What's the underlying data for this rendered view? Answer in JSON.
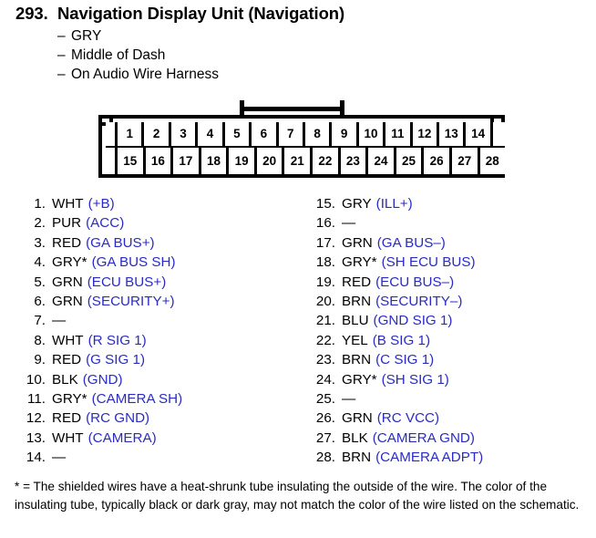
{
  "header": {
    "number": "293.",
    "title": "Navigation Display Unit (Navigation)",
    "bullets": [
      "GRY",
      "Middle of Dash",
      "On Audio Wire Harness"
    ],
    "dash": "–"
  },
  "connector": {
    "top_row": [
      "1",
      "2",
      "3",
      "4",
      "5",
      "6",
      "7",
      "8",
      "9",
      "10",
      "11",
      "12",
      "13",
      "14"
    ],
    "bottom_row": [
      "15",
      "16",
      "17",
      "18",
      "19",
      "20",
      "21",
      "22",
      "23",
      "24",
      "25",
      "26",
      "27",
      "28"
    ],
    "has_locking_tab": true,
    "tab_spans_pins": "6-9",
    "notch_corners": "top-left and top-right"
  },
  "pins_left": [
    {
      "num": "1.",
      "wire": "WHT",
      "signal": "(+B)"
    },
    {
      "num": "2.",
      "wire": "PUR",
      "signal": "(ACC)"
    },
    {
      "num": "3.",
      "wire": "RED",
      "signal": "(GA BUS+)"
    },
    {
      "num": "4.",
      "wire": "GRY*",
      "signal": "(GA BUS SH)"
    },
    {
      "num": "5.",
      "wire": "GRN",
      "signal": "(ECU BUS+)"
    },
    {
      "num": "6.",
      "wire": "GRN",
      "signal": "(SECURITY+)"
    },
    {
      "num": "7.",
      "wire": "—",
      "signal": ""
    },
    {
      "num": "8.",
      "wire": "WHT",
      "signal": "(R SIG 1)"
    },
    {
      "num": "9.",
      "wire": "RED",
      "signal": "(G SIG 1)"
    },
    {
      "num": "10.",
      "wire": "BLK",
      "signal": "(GND)"
    },
    {
      "num": "11.",
      "wire": "GRY*",
      "signal": "(CAMERA SH)"
    },
    {
      "num": "12.",
      "wire": "RED",
      "signal": "(RC GND)"
    },
    {
      "num": "13.",
      "wire": "WHT",
      "signal": "(CAMERA)"
    },
    {
      "num": "14.",
      "wire": "—",
      "signal": ""
    }
  ],
  "pins_right": [
    {
      "num": "15.",
      "wire": "GRY",
      "signal": "(ILL+)"
    },
    {
      "num": "16.",
      "wire": "—",
      "signal": ""
    },
    {
      "num": "17.",
      "wire": "GRN",
      "signal": "(GA BUS–)"
    },
    {
      "num": "18.",
      "wire": "GRY*",
      "signal": "(SH ECU BUS)"
    },
    {
      "num": "19.",
      "wire": "RED",
      "signal": "(ECU BUS–)"
    },
    {
      "num": "20.",
      "wire": "BRN",
      "signal": "(SECURITY–)"
    },
    {
      "num": "21.",
      "wire": "BLU",
      "signal": "(GND SIG 1)"
    },
    {
      "num": "22.",
      "wire": "YEL",
      "signal": "(B SIG 1)"
    },
    {
      "num": "23.",
      "wire": "BRN",
      "signal": "(C SIG 1)"
    },
    {
      "num": "24.",
      "wire": "GRY*",
      "signal": "(SH SIG 1)"
    },
    {
      "num": "25.",
      "wire": "—",
      "signal": ""
    },
    {
      "num": "26.",
      "wire": "GRN",
      "signal": "(RC VCC)"
    },
    {
      "num": "27.",
      "wire": "BLK",
      "signal": "(CAMERA GND)"
    },
    {
      "num": "28.",
      "wire": "BRN",
      "signal": "(CAMERA ADPT)"
    }
  ],
  "footnote": {
    "text": "* = The shielded wires have a heat-shrunk tube insulating the outside of the wire. The color of the insulating tube, typically black or dark gray, may not match the color of the wire listed on the schematic."
  },
  "colors": {
    "signal_blue": "#2b2bc4",
    "text_black": "#000000",
    "page_background": "#ffffff"
  }
}
